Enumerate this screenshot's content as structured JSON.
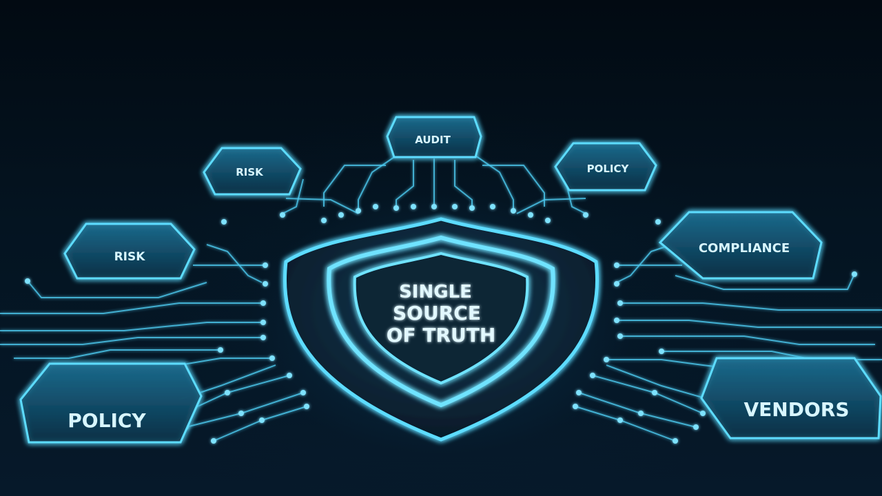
{
  "core": {
    "lines": [
      "SINGLE",
      "SOURCE",
      "OF TRUTH"
    ]
  },
  "nodes": {
    "top_center": "AUDIT",
    "top_left": "RISK",
    "top_right": "POLICY",
    "mid_left": "RISK",
    "mid_right": "COMPLIANCE",
    "bottom_left": "POLICY",
    "bottom_right": "VENDORS"
  },
  "colors": {
    "glow": "#3fd0ff",
    "line": "#4cc9ef",
    "panel_fill": "#0d3a52",
    "text": "#d8f6ff",
    "background": "#03101a"
  }
}
